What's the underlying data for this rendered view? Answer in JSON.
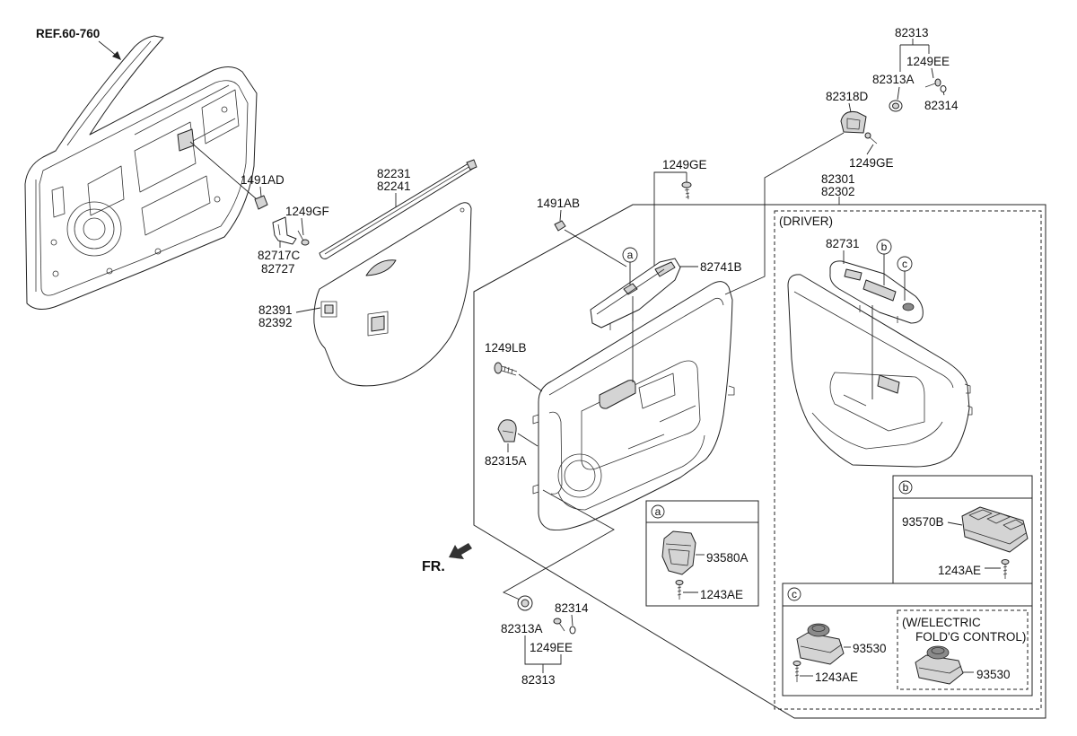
{
  "colors": {
    "line": "#222222",
    "background": "#ffffff"
  },
  "reference": {
    "label": "REF.60-760"
  },
  "front_marker": {
    "label": "FR."
  },
  "door_hardware": {
    "clip": "1491AD",
    "screw": "1249GF",
    "bracket_1": "82717C",
    "bracket_2": "82727"
  },
  "weatherstrip": {
    "part_1": "82231",
    "part_2": "82241"
  },
  "trim_pad": {
    "part_1": "82391",
    "part_2": "82392"
  },
  "passenger_trim": {
    "clip": "1491AB",
    "screw_top": "1249GE",
    "switch_panel": "82741B",
    "callout": "a",
    "screw_side": "1249LB",
    "fastener": "82315A"
  },
  "lower_fasteners": {
    "grommet": "82313A",
    "nut": "82314",
    "screw": "1249EE",
    "set": "82313"
  },
  "upper_fasteners": {
    "set": "82313",
    "screw": "1249EE",
    "grommet": "82313A",
    "nut": "82314"
  },
  "mirror_mount": {
    "part": "82318D",
    "screw": "1249GE"
  },
  "trim_assembly": {
    "part_1": "82301",
    "part_2": "82302"
  },
  "driver_trim": {
    "label": "(DRIVER)",
    "switch_panel": "82731",
    "callout_b": "b",
    "callout_c": "c"
  },
  "detail_a": {
    "callout": "a",
    "switch": "93580A",
    "screw": "1243AE"
  },
  "detail_b": {
    "callout": "b",
    "switch": "93570B",
    "screw": "1243AE"
  },
  "detail_c": {
    "callout": "c",
    "switch": "93530",
    "screw": "1243AE",
    "option_line_1": "(W/ELECTRIC",
    "option_line_2": "FOLD'G CONTROL)",
    "option_switch": "93530"
  }
}
